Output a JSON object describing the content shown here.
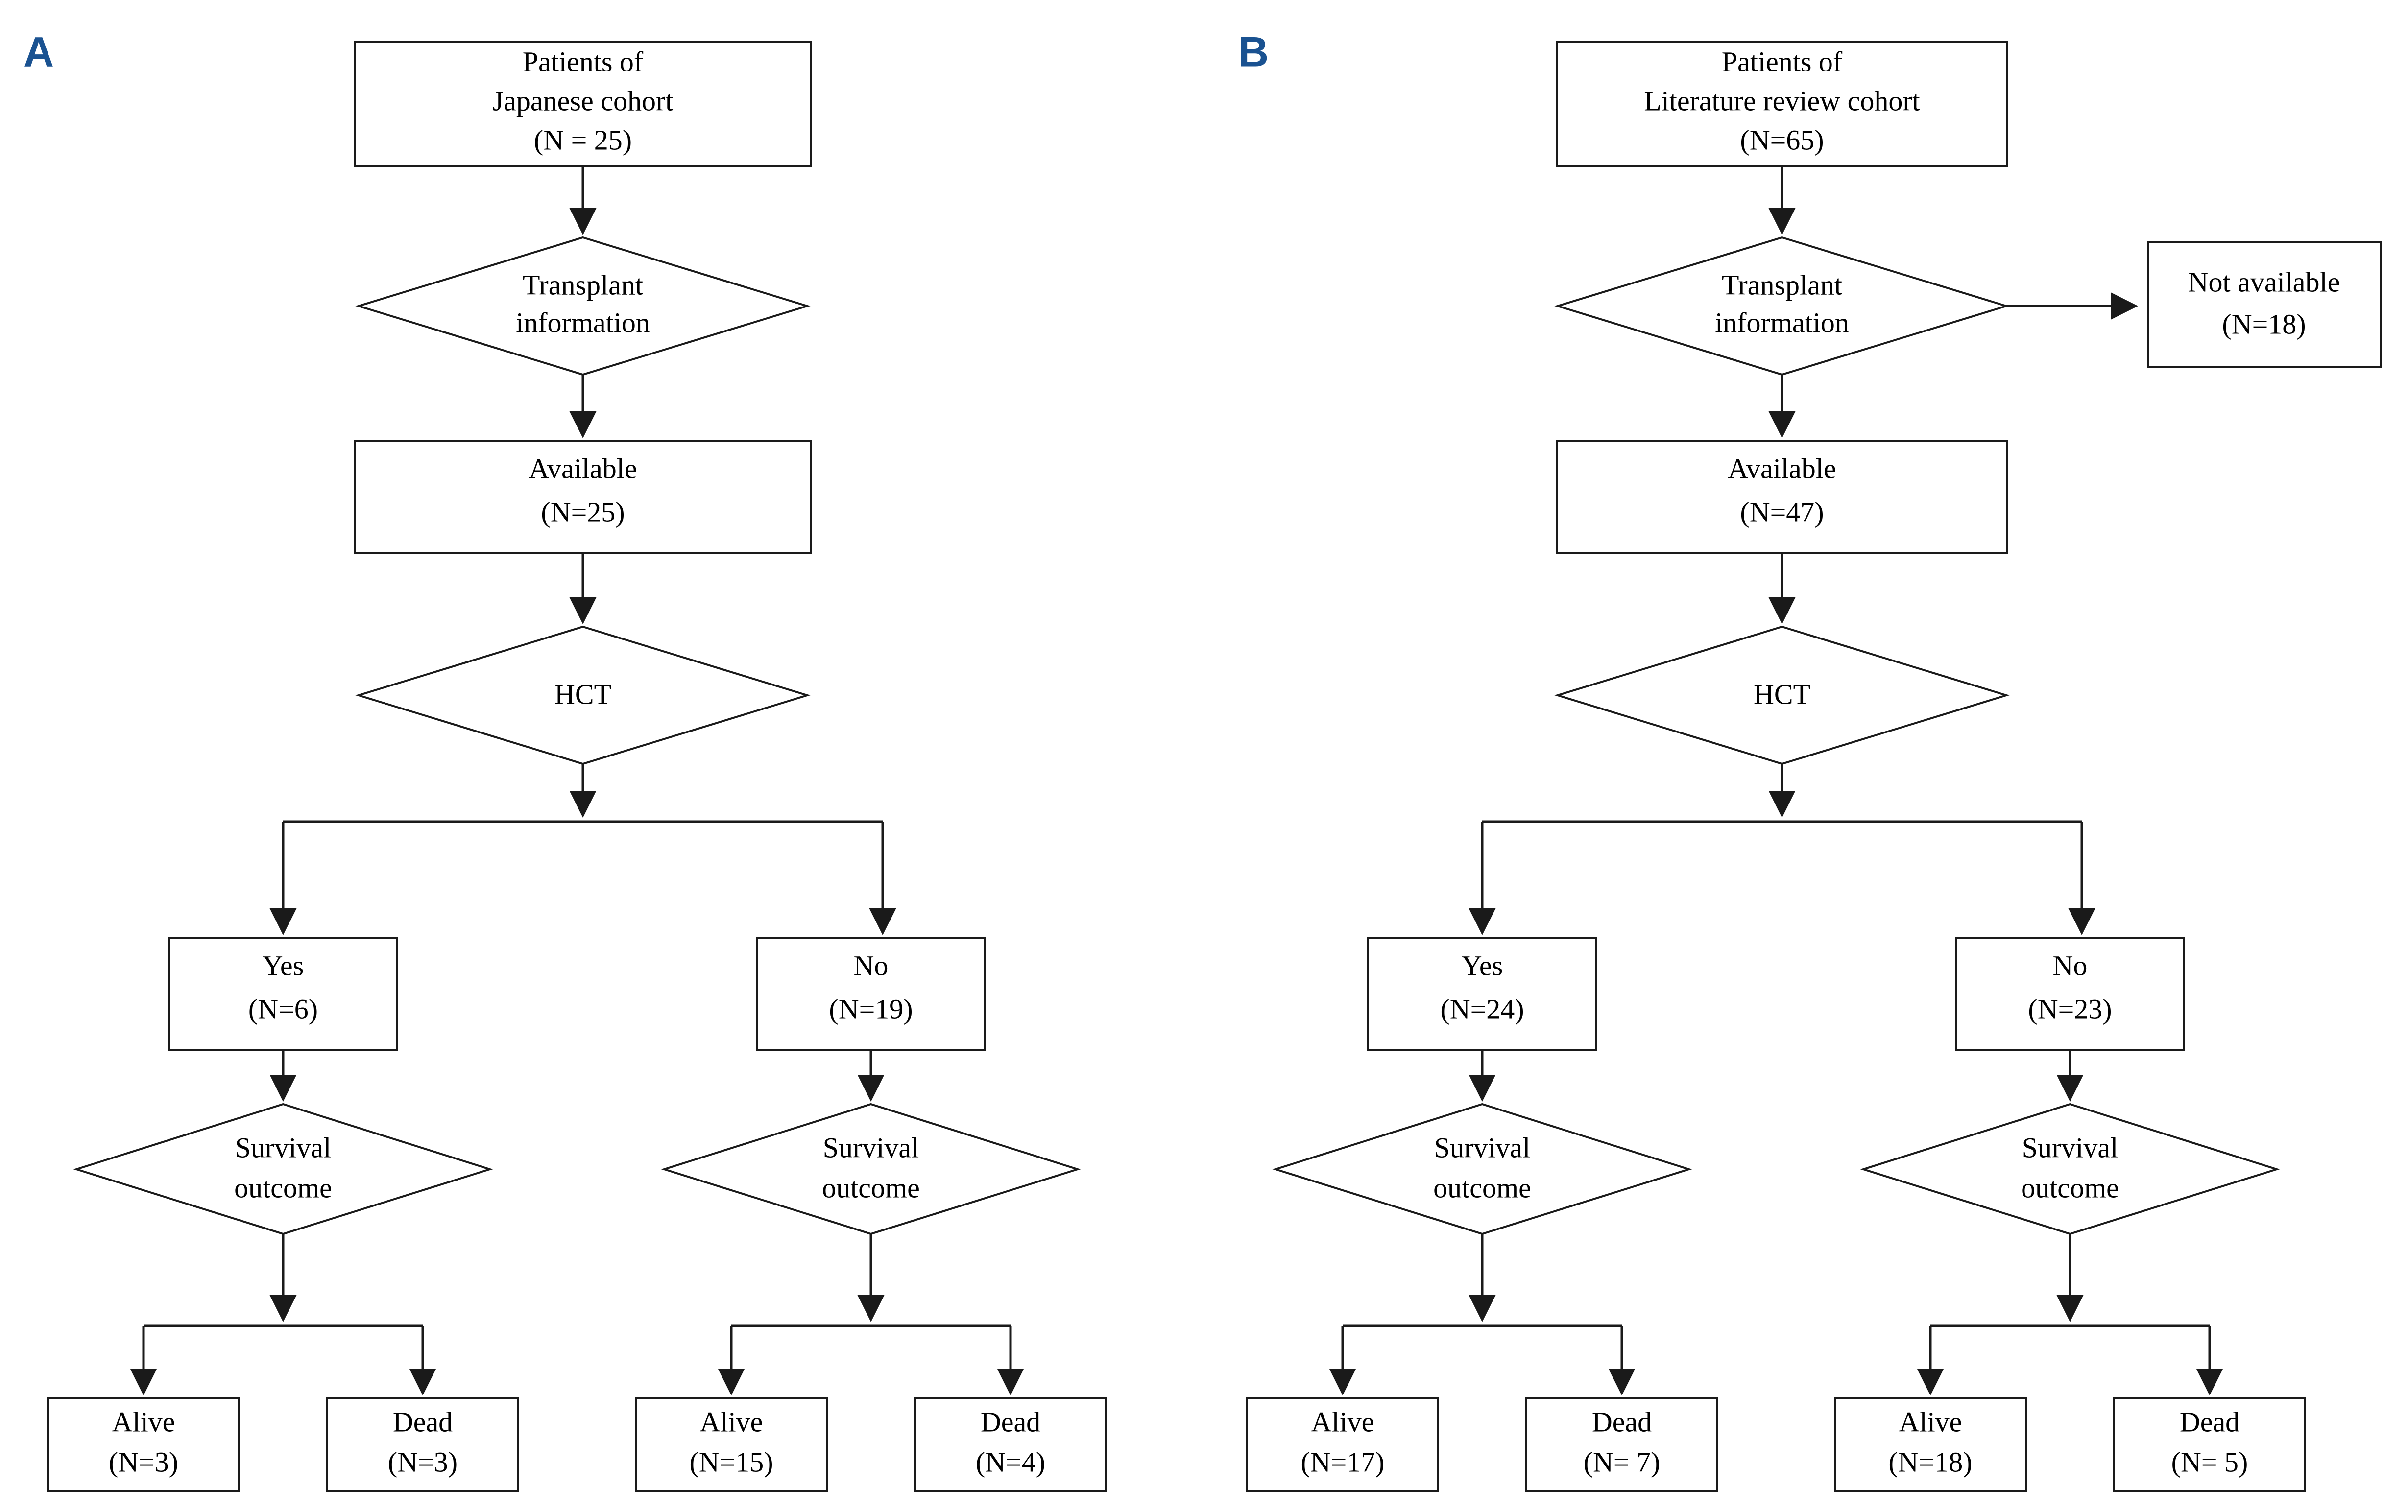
{
  "figure": {
    "background": "#ffffff",
    "line_color": "#1a1a1a",
    "panel_label_color": "#1a5291"
  },
  "panels": [
    {
      "id": "A",
      "label": "A",
      "nodes": {
        "source": {
          "line1": "Patients of",
          "line2": "Japanese cohort",
          "line3": "(N = 25)"
        },
        "decision_transplant": {
          "line1": "Transplant",
          "line2": "information"
        },
        "available": {
          "line1": "Available",
          "line2": "(N=25)"
        },
        "decision_hct": {
          "line1": "HCT"
        },
        "hct_yes": {
          "line1": "Yes",
          "line2": "(N=6)"
        },
        "hct_no": {
          "line1": "No",
          "line2": "(N=19)"
        },
        "survival_yes": {
          "line1": "Survival",
          "line2": "outcome"
        },
        "survival_no": {
          "line1": "Survival",
          "line2": "outcome"
        },
        "yes_alive": {
          "line1": "Alive",
          "line2": "(N=3)"
        },
        "yes_dead": {
          "line1": "Dead",
          "line2": "(N=3)"
        },
        "no_alive": {
          "line1": "Alive",
          "line2": "(N=15)"
        },
        "no_dead": {
          "line1": "Dead",
          "line2": "(N=4)"
        }
      }
    },
    {
      "id": "B",
      "label": "B",
      "nodes": {
        "source": {
          "line1": "Patients of",
          "line2": "Literature review cohort",
          "line3": "(N=65)"
        },
        "decision_transplant": {
          "line1": "Transplant",
          "line2": "information"
        },
        "not_available": {
          "line1": "Not available",
          "line2": "(N=18)"
        },
        "available": {
          "line1": "Available",
          "line2": "(N=47)"
        },
        "decision_hct": {
          "line1": "HCT"
        },
        "hct_yes": {
          "line1": "Yes",
          "line2": "(N=24)"
        },
        "hct_no": {
          "line1": "No",
          "line2": "(N=23)"
        },
        "survival_yes": {
          "line1": "Survival",
          "line2": "outcome"
        },
        "survival_no": {
          "line1": "Survival",
          "line2": "outcome"
        },
        "yes_alive": {
          "line1": "Alive",
          "line2": "(N=17)"
        },
        "yes_dead": {
          "line1": "Dead",
          "line2": "(N= 7)"
        },
        "no_alive": {
          "line1": "Alive",
          "line2": "(N=18)"
        },
        "no_dead": {
          "line1": "Dead",
          "line2": "(N= 5)"
        }
      }
    }
  ],
  "chart_data": {
    "type": "diagram",
    "title": "",
    "diagram_kind": "flowchart",
    "panels": [
      {
        "panel": "A",
        "cohort": "Japanese cohort",
        "total_n": 25,
        "transplant_information_available_n": 25,
        "transplant_information_not_available_n": 0,
        "hct_yes_n": 6,
        "hct_no_n": 19,
        "outcomes": {
          "hct_yes": {
            "alive": 3,
            "dead": 3
          },
          "hct_no": {
            "alive": 15,
            "dead": 4
          }
        }
      },
      {
        "panel": "B",
        "cohort": "Literature review cohort",
        "total_n": 65,
        "transplant_information_available_n": 47,
        "transplant_information_not_available_n": 18,
        "hct_yes_n": 24,
        "hct_no_n": 23,
        "outcomes": {
          "hct_yes": {
            "alive": 17,
            "dead": 7
          },
          "hct_no": {
            "alive": 18,
            "dead": 5
          }
        }
      }
    ]
  }
}
